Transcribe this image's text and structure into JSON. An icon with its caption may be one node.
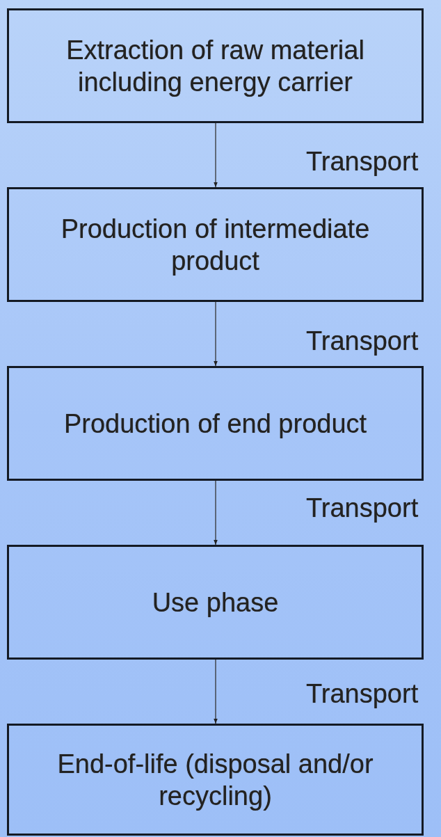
{
  "diagram": {
    "nodes": [
      {
        "text": [
          "Extraction of raw material including energy carrier"
        ]
      },
      {
        "text": [
          "Production of intermediate product"
        ]
      },
      {
        "text": [
          "Production of end product"
        ]
      },
      {
        "text": [
          "Use phase"
        ]
      },
      {
        "text": [
          "End-of-life (disposal and/or recycling)"
        ]
      }
    ],
    "edges": [
      {
        "from": 0,
        "to": 1,
        "arrow": "to",
        "label": "Transport"
      },
      {
        "from": 1,
        "to": 2,
        "arrow": "to",
        "label": "Transport"
      },
      {
        "from": 2,
        "to": 3,
        "arrow": "to",
        "label": "Transport"
      },
      {
        "from": 3,
        "to": 4,
        "arrow": "to",
        "label": "Transport"
      }
    ]
  }
}
